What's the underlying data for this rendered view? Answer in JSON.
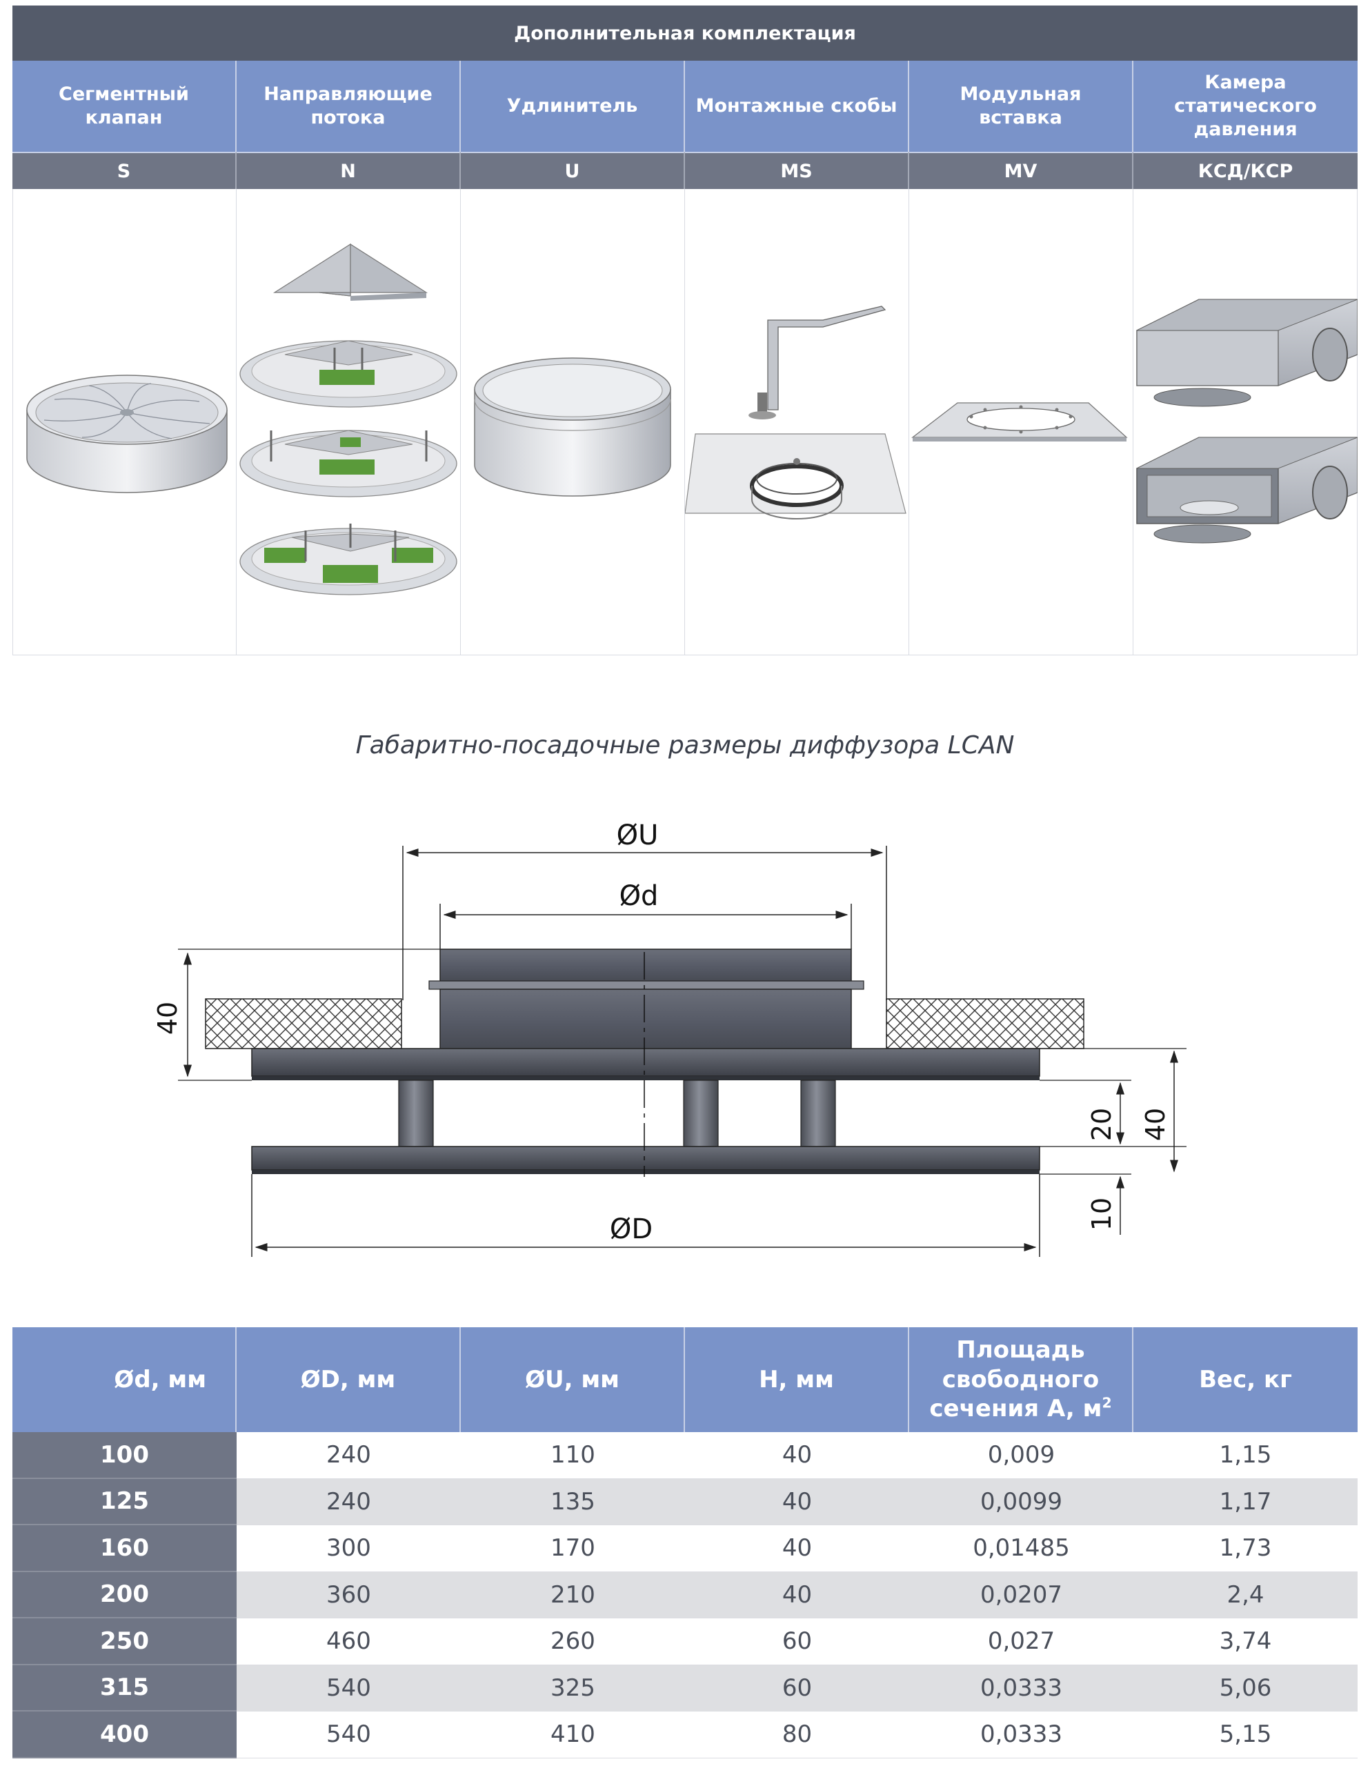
{
  "accessories": {
    "title": "Дополнительная комплектация",
    "items": [
      {
        "name": "Сегментный клапан",
        "code": "S"
      },
      {
        "name": "Направляющие потока",
        "code": "N"
      },
      {
        "name": "Удлинитель",
        "code": "U"
      },
      {
        "name": "Монтажные скобы",
        "code": "MS"
      },
      {
        "name": "Модульная вставка",
        "code": "MV"
      },
      {
        "name": "Камера статического давления",
        "code": "КСД/КСР"
      }
    ]
  },
  "drawing": {
    "title": "Габаритно-посадочные размеры диффузора LCAN",
    "labels": {
      "dia_u": "ØU",
      "dia_d": "Ød",
      "dia_D": "ØD",
      "height_left": "40",
      "gap": "20",
      "height_right": "40",
      "bottom": "10"
    }
  },
  "dimensions": {
    "headers": [
      "Ød, мм",
      "ØD, мм",
      "ØU, мм",
      "H, мм",
      "Площадь свободного сечения A, м",
      "Вес, кг"
    ],
    "area_sup": "2",
    "rows": [
      [
        "100",
        "240",
        "110",
        "40",
        "0,009",
        "1,15"
      ],
      [
        "125",
        "240",
        "135",
        "40",
        "0,0099",
        "1,17"
      ],
      [
        "160",
        "300",
        "170",
        "40",
        "0,01485",
        "1,73"
      ],
      [
        "200",
        "360",
        "210",
        "40",
        "0,0207",
        "2,4"
      ],
      [
        "250",
        "460",
        "260",
        "60",
        "0,027",
        "3,74"
      ],
      [
        "315",
        "540",
        "325",
        "60",
        "0,0333",
        "5,06"
      ],
      [
        "400",
        "540",
        "410",
        "80",
        "0,0333",
        "5,15"
      ]
    ]
  },
  "colors": {
    "header_dark": "#545b6a",
    "header_blue": "#7a93c9",
    "code_row": "#6f7585",
    "green_accent": "#5a9a3a"
  }
}
